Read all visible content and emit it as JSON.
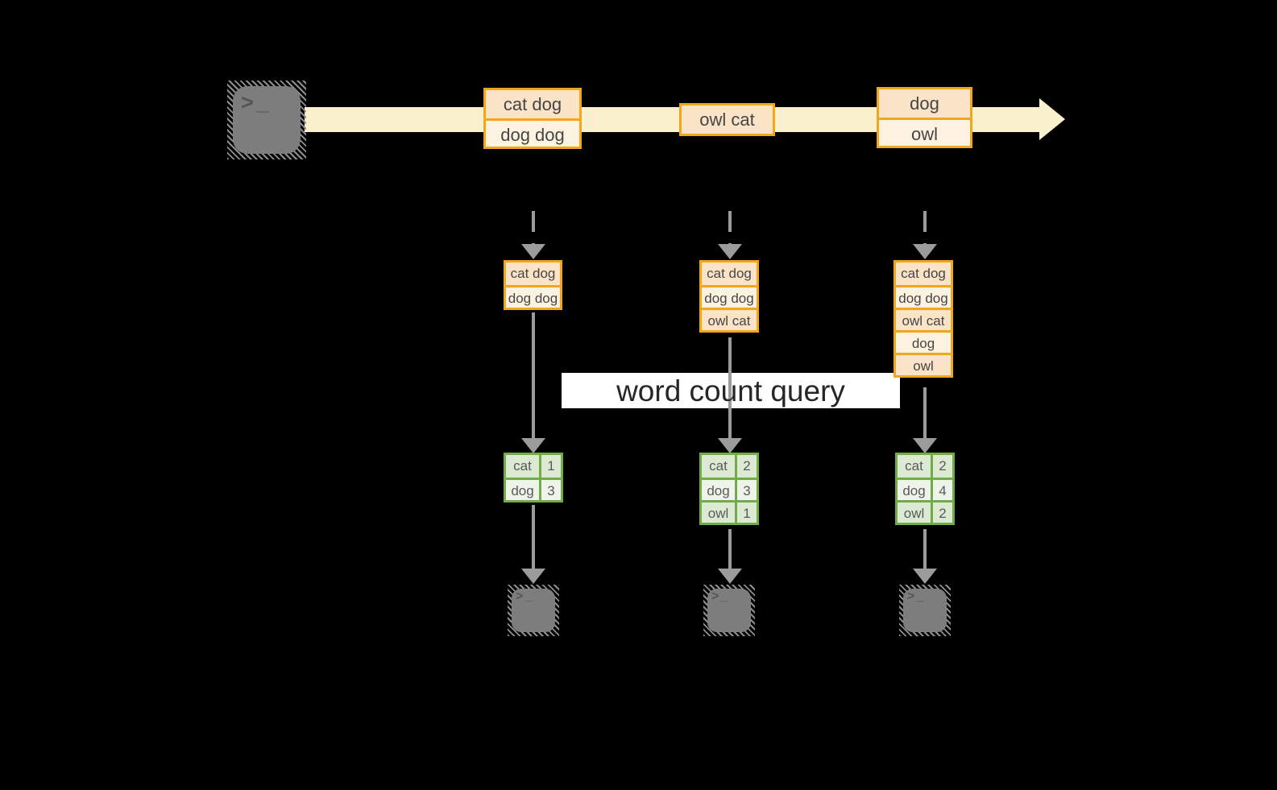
{
  "query_label": "word count query",
  "prompt": {
    "chevron": ">",
    "cursor": "_"
  },
  "stream": {
    "batches": [
      {
        "lines": [
          "cat dog",
          "dog dog"
        ]
      },
      {
        "lines": [
          "owl cat"
        ]
      },
      {
        "lines": [
          "dog",
          "owl"
        ]
      }
    ]
  },
  "columns": [
    {
      "state": [
        "cat dog",
        "dog dog"
      ],
      "result": [
        {
          "word": "cat",
          "count": "1"
        },
        {
          "word": "dog",
          "count": "3"
        }
      ]
    },
    {
      "state": [
        "cat dog",
        "dog dog",
        "owl cat"
      ],
      "result": [
        {
          "word": "cat",
          "count": "2"
        },
        {
          "word": "dog",
          "count": "3"
        },
        {
          "word": "owl",
          "count": "1"
        }
      ]
    },
    {
      "state": [
        "cat dog",
        "dog dog",
        "owl cat",
        "dog",
        "owl"
      ],
      "result": [
        {
          "word": "cat",
          "count": "2"
        },
        {
          "word": "dog",
          "count": "4"
        },
        {
          "word": "owl",
          "count": "2"
        }
      ]
    }
  ],
  "colors": {
    "amber_border": "#F0A71C",
    "peach_dark": "#FAE3C6",
    "peach_light": "#FDF2E0",
    "stream_yellow": "#FBF1CC",
    "green_border": "#71AC49",
    "green_cell_dark": "#DCEAD3",
    "green_cell_light": "#EFF4EB",
    "arrow_gray": "#9B9B9B",
    "terminal_gray": "#7D7D7D",
    "query_band_bg": "#FFFFFF",
    "background": "#000000"
  }
}
